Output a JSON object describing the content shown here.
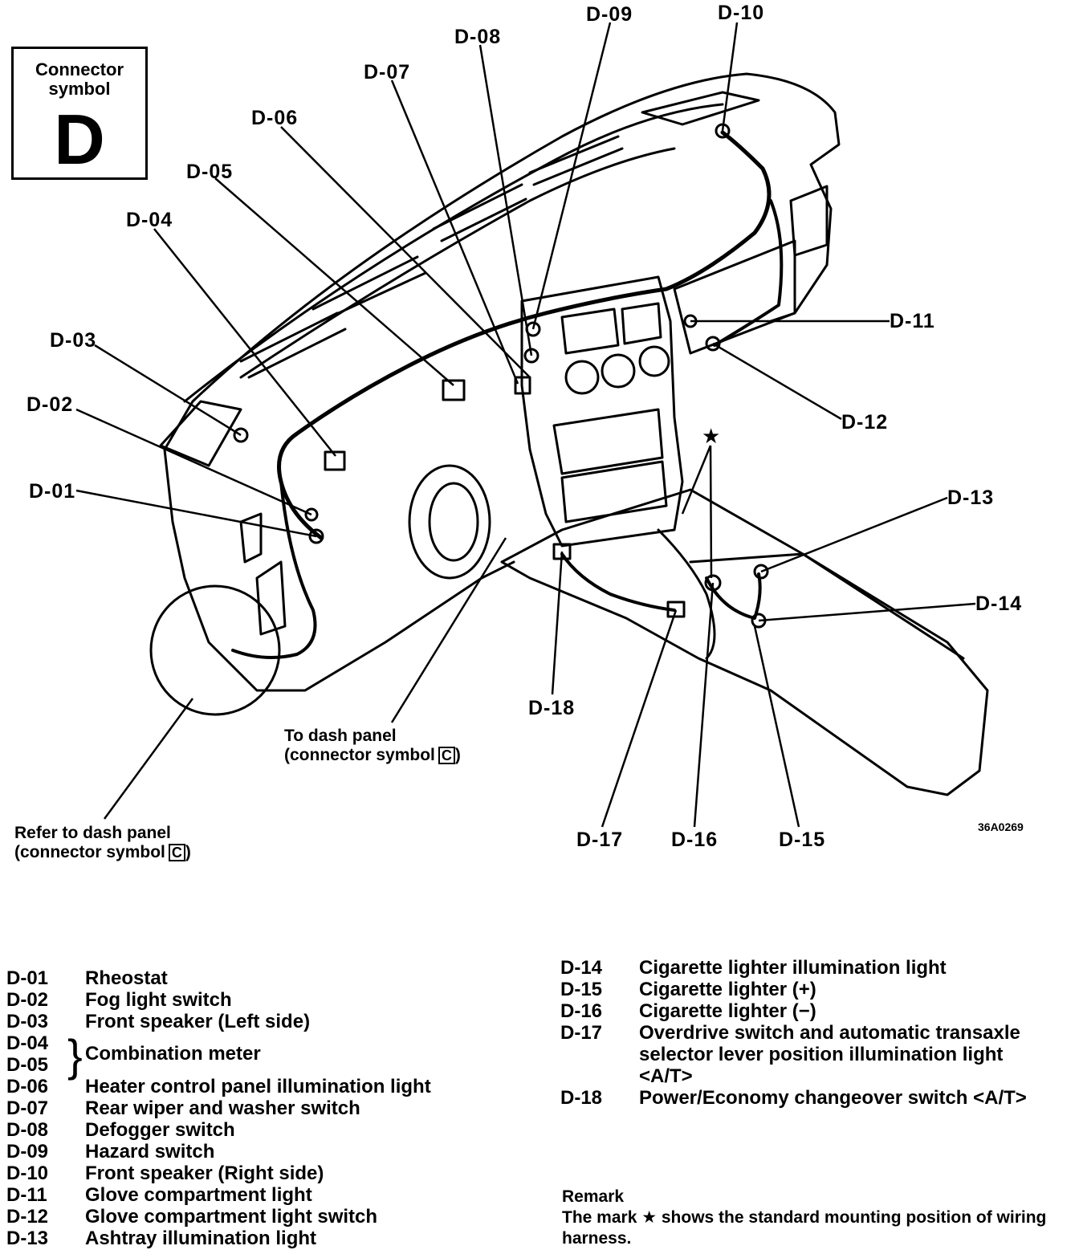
{
  "connector_box": {
    "line1": "Connector",
    "line2": "symbol",
    "letter": "D"
  },
  "labels": {
    "d01": "D-01",
    "d02": "D-02",
    "d03": "D-03",
    "d04": "D-04",
    "d05": "D-05",
    "d06": "D-06",
    "d07": "D-07",
    "d08": "D-08",
    "d09": "D-09",
    "d10": "D-10",
    "d11": "D-11",
    "d12": "D-12",
    "d13": "D-13",
    "d14": "D-14",
    "d15": "D-15",
    "d16": "D-16",
    "d17": "D-17",
    "d18": "D-18"
  },
  "notes": {
    "dash_panel_line1": "To dash panel",
    "dash_panel_line2": "(connector symbol",
    "refer_line1": "Refer to dash panel",
    "refer_line2": "(connector symbol",
    "symbol_letter": "C",
    "close_paren": ")",
    "code": "36A0269"
  },
  "legend_left": [
    {
      "code": "D-01",
      "desc": "Rheostat"
    },
    {
      "code": "D-02",
      "desc": "Fog light switch"
    },
    {
      "code": "D-03",
      "desc": "Front speaker (Left side)"
    },
    {
      "code": "D-04",
      "desc": ""
    },
    {
      "code": "D-05",
      "desc": ""
    },
    {
      "code": "D-06",
      "desc": "Heater control panel illumination light"
    },
    {
      "code": "D-07",
      "desc": "Rear wiper and washer switch"
    },
    {
      "code": "D-08",
      "desc": "Defogger switch"
    },
    {
      "code": "D-09",
      "desc": "Hazard switch"
    },
    {
      "code": "D-10",
      "desc": "Front speaker (Right side)"
    },
    {
      "code": "D-11",
      "desc": "Glove compartment light"
    },
    {
      "code": "D-12",
      "desc": "Glove compartment light switch"
    },
    {
      "code": "D-13",
      "desc": "Ashtray illumination light"
    }
  ],
  "legend_combined": "Combination meter",
  "legend_right": [
    {
      "code": "D-14",
      "desc": "Cigarette lighter illumination light"
    },
    {
      "code": "D-15",
      "desc": "Cigarette lighter (+)"
    },
    {
      "code": "D-16",
      "desc": "Cigarette lighter (−)"
    },
    {
      "code": "D-17",
      "desc": "Overdrive switch and automatic transaxle"
    },
    {
      "code": "",
      "desc": "selector lever position illumination light"
    },
    {
      "code": "",
      "desc": "<A/T>"
    },
    {
      "code": "D-18",
      "desc": "Power/Economy changeover switch <A/T>"
    }
  ],
  "remark": {
    "title": "Remark",
    "line1": "The mark ★ shows the standard mounting position of wiring",
    "line2": "harness."
  }
}
